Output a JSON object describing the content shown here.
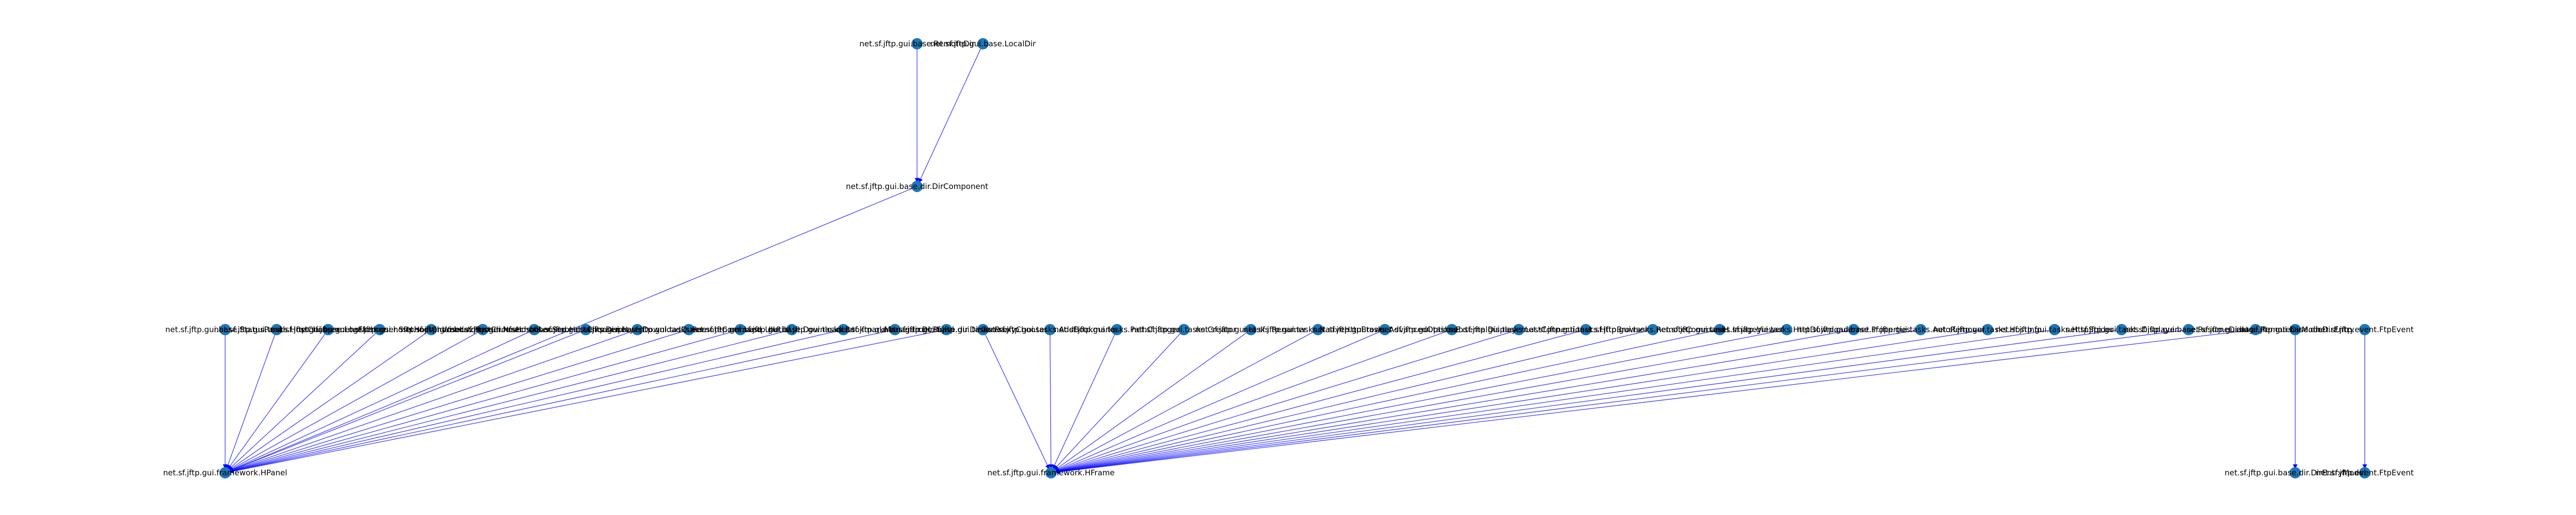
{
  "graph": {
    "nodes": [
      {
        "id": "n1",
        "label": "net.sf.jftp.gui.base.RemoteDir"
      },
      {
        "id": "n2",
        "label": "net.sf.jftp.gui.base.LocalDir"
      },
      {
        "id": "n3",
        "label": "net.sf.jftp.gui.base.dir.DirComponent"
      },
      {
        "id": "p0",
        "label": "net.sf.jftp.gui.framework.HPanel"
      },
      {
        "id": "p1",
        "label": "net.sf.jftp.gui.base.StatusPanel"
      },
      {
        "id": "p2",
        "label": "net.sf.jftp.gui.tasks.HostChooser"
      },
      {
        "id": "p3",
        "label": "net.sf.jftp.gui.base.LogFlusher"
      },
      {
        "id": "p4",
        "label": "net.sf.jftp.gui.hostchooser.SftpHostChooser"
      },
      {
        "id": "p5",
        "label": "net.sf.jftp.gui.hostchooser.WebdavHostChooser"
      },
      {
        "id": "p6",
        "label": "net.sf.jftp.gui.hostchooser.NfsHostChooser"
      },
      {
        "id": "p7",
        "label": "net.sf.jftp.gui.hostchooser.SmbHostChooser"
      },
      {
        "id": "p8",
        "label": "net.sf.jftp.gui.tasks.Displayer"
      },
      {
        "id": "p9",
        "label": "net.sf.jftp.gui.base.DownloadQueue"
      },
      {
        "id": "p10",
        "label": "net.sf.jftp.gui.tasks.RemoteCommand"
      },
      {
        "id": "p11",
        "label": "net.sf.jftp.gui.base.UIUtils"
      },
      {
        "id": "p12",
        "label": "net.sf.jftp.gui.base.DownloadList"
      },
      {
        "id": "p13",
        "label": "net.sf.jftp.gui.tasks.BookmarkManager"
      },
      {
        "id": "p14",
        "label": "net.sf.jftp.gui.base.dir.DirPanel"
      },
      {
        "id": "p15",
        "label": "net.sf.jftp.gui.base.dir.DirCanvas"
      },
      {
        "id": "f0",
        "label": "net.sf.jftp.gui.framework.HFrame"
      },
      {
        "id": "f1",
        "label": "net.sf.jftp.gui.tasks.ProxyChooser"
      },
      {
        "id": "f2",
        "label": "net.sf.jftp.gui.tasks.AddBookmarks"
      },
      {
        "id": "f3",
        "label": "net.sf.jftp.gui.tasks.PathChanger"
      },
      {
        "id": "f4",
        "label": "net.sf.jftp.gui.tasks.Creator"
      },
      {
        "id": "f5",
        "label": "net.sf.jftp.gui.tasks.Renamer"
      },
      {
        "id": "f6",
        "label": "net.sf.jftp.gui.tasks.NativeHttpBrowser"
      },
      {
        "id": "f7",
        "label": "net.sf.jftp.gui.tasks.AdvancedOptions"
      },
      {
        "id": "f8",
        "label": "net.sf.jftp.gui.tasks.ExternalDisplayer"
      },
      {
        "id": "f9",
        "label": "net.sf.jftp.gui.tasks.LastConnections"
      },
      {
        "id": "f10",
        "label": "net.sf.jftp.gui.tasks.HttpBrowser"
      },
      {
        "id": "f11",
        "label": "net.sf.jftp.gui.tasks.RemoteCommand"
      },
      {
        "id": "f12",
        "label": "net.sf.jftp.gui.tasks.ImageViewer"
      },
      {
        "id": "f13",
        "label": "net.sf.jftp.gui.tasks.HttpDownloader"
      },
      {
        "id": "f14",
        "label": "net.sf.jftp.gui.base.Properties"
      },
      {
        "id": "f15",
        "label": "net.sf.jftp.gui.tasks.AutoRemover"
      },
      {
        "id": "f16",
        "label": "net.sf.jftp.gui.tasks.HostInfo"
      },
      {
        "id": "f17",
        "label": "net.sf.jftp.gui.tasks.HttpSpider"
      },
      {
        "id": "f18",
        "label": "net.sf.jftp.gui.tasks.Displayer"
      },
      {
        "id": "f19",
        "label": "net.sf.jftp.gui.base.ResumeDialog"
      },
      {
        "id": "f20",
        "label": "net.sf.jftp.gui.base.RemoteDirModel"
      },
      {
        "id": "g1",
        "label": "net.sf.jftp.gui.base.dir.DirEntry"
      },
      {
        "id": "g2",
        "label": "net.sf.jftp.event.FtpEvent"
      },
      {
        "id": "g3",
        "label": "net.sf.jftp.gui.base.dir.DirEntryModel"
      },
      {
        "id": "g4",
        "label": "net.sf.jftp.event.FtpEvent"
      }
    ],
    "edges": [
      [
        "n1",
        "n3"
      ],
      [
        "n2",
        "n3"
      ],
      [
        "n3",
        "p0"
      ],
      [
        "p1",
        "p0"
      ],
      [
        "p2",
        "p0"
      ],
      [
        "p3",
        "p0"
      ],
      [
        "p4",
        "p0"
      ],
      [
        "p5",
        "p0"
      ],
      [
        "p6",
        "p0"
      ],
      [
        "p7",
        "p0"
      ],
      [
        "p8",
        "p0"
      ],
      [
        "p9",
        "p0"
      ],
      [
        "p10",
        "p0"
      ],
      [
        "p11",
        "p0"
      ],
      [
        "p12",
        "p0"
      ],
      [
        "p13",
        "p0"
      ],
      [
        "p14",
        "p0"
      ],
      [
        "p15",
        "p0"
      ],
      [
        "f1",
        "f0"
      ],
      [
        "f2",
        "f0"
      ],
      [
        "f3",
        "f0"
      ],
      [
        "f4",
        "f0"
      ],
      [
        "f5",
        "f0"
      ],
      [
        "f6",
        "f0"
      ],
      [
        "f7",
        "f0"
      ],
      [
        "f8",
        "f0"
      ],
      [
        "f9",
        "f0"
      ],
      [
        "f10",
        "f0"
      ],
      [
        "f11",
        "f0"
      ],
      [
        "f12",
        "f0"
      ],
      [
        "f13",
        "f0"
      ],
      [
        "f14",
        "f0"
      ],
      [
        "f15",
        "f0"
      ],
      [
        "f16",
        "f0"
      ],
      [
        "f17",
        "f0"
      ],
      [
        "f18",
        "f0"
      ],
      [
        "f19",
        "f0"
      ],
      [
        "f20",
        "f0"
      ],
      [
        "g1",
        "g3"
      ],
      [
        "g2",
        "g4"
      ]
    ],
    "colors": {
      "node": "#1f77b4",
      "edge": "#0000ff",
      "label": "#000000"
    }
  }
}
